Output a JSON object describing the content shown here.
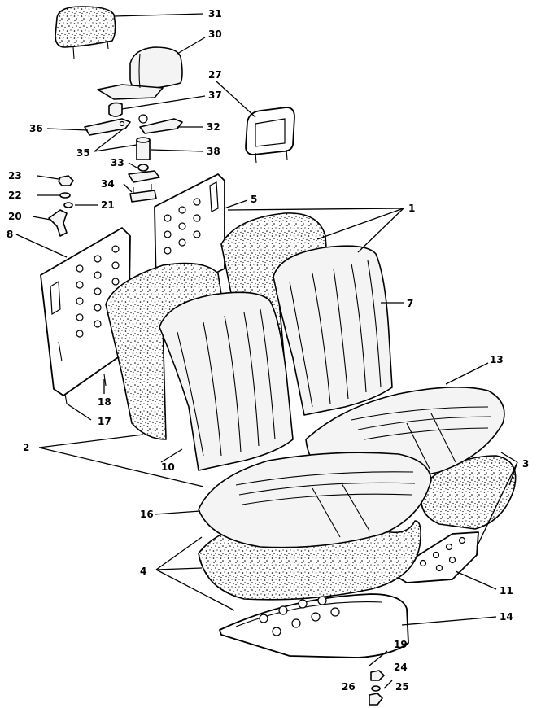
{
  "diagram": {
    "callouts": [
      {
        "key": "c31",
        "label": "31"
      },
      {
        "key": "c30",
        "label": "30"
      },
      {
        "key": "c27",
        "label": "27"
      },
      {
        "key": "c37",
        "label": "37"
      },
      {
        "key": "c36",
        "label": "36"
      },
      {
        "key": "c32",
        "label": "32"
      },
      {
        "key": "c35",
        "label": "35"
      },
      {
        "key": "c38",
        "label": "38"
      },
      {
        "key": "c33",
        "label": "33"
      },
      {
        "key": "c23",
        "label": "23"
      },
      {
        "key": "c34",
        "label": "34"
      },
      {
        "key": "c22",
        "label": "22"
      },
      {
        "key": "c21",
        "label": "21"
      },
      {
        "key": "c20",
        "label": "20"
      },
      {
        "key": "c5",
        "label": "5"
      },
      {
        "key": "c1",
        "label": "1"
      },
      {
        "key": "c8",
        "label": "8"
      },
      {
        "key": "c7",
        "label": "7"
      },
      {
        "key": "c18",
        "label": "18"
      },
      {
        "key": "c17",
        "label": "17"
      },
      {
        "key": "c13",
        "label": "13"
      },
      {
        "key": "c2",
        "label": "2"
      },
      {
        "key": "c10",
        "label": "10"
      },
      {
        "key": "c3",
        "label": "3"
      },
      {
        "key": "c16",
        "label": "16"
      },
      {
        "key": "c4",
        "label": "4"
      },
      {
        "key": "c11",
        "label": "11"
      },
      {
        "key": "c14",
        "label": "14"
      },
      {
        "key": "c19",
        "label": "19"
      },
      {
        "key": "c24",
        "label": "24"
      },
      {
        "key": "c26",
        "label": "26"
      },
      {
        "key": "c25",
        "label": "25"
      }
    ]
  }
}
